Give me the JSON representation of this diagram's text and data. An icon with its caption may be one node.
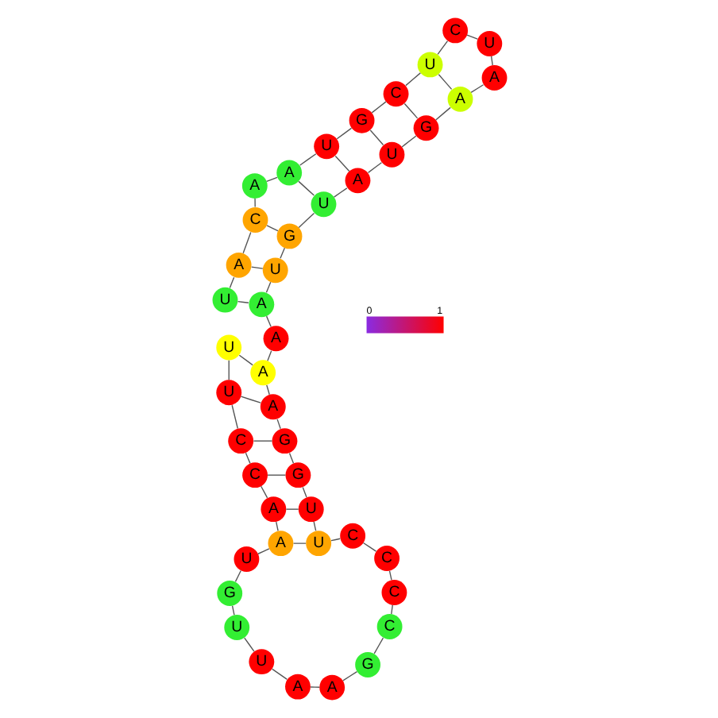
{
  "diagram": {
    "nodes": [
      {
        "text": [
          "U"
        ]
      },
      {
        "text": [
          "U"
        ]
      },
      {
        "text": [
          "C"
        ]
      },
      {
        "text": [
          "C"
        ]
      },
      {
        "text": [
          "A"
        ]
      },
      {
        "text": [
          "A"
        ]
      },
      {
        "text": [
          "U"
        ]
      },
      {
        "text": [
          "G"
        ]
      },
      {
        "text": [
          "U"
        ]
      },
      {
        "text": [
          "U"
        ]
      },
      {
        "text": [
          "A"
        ]
      },
      {
        "text": [
          "A"
        ]
      },
      {
        "text": [
          "G"
        ]
      },
      {
        "text": [
          "C"
        ]
      },
      {
        "text": [
          "C"
        ]
      },
      {
        "text": [
          "C"
        ]
      },
      {
        "text": [
          "C"
        ]
      },
      {
        "text": [
          "U"
        ]
      },
      {
        "text": [
          "U"
        ]
      },
      {
        "text": [
          "G"
        ]
      },
      {
        "text": [
          "G"
        ]
      },
      {
        "text": [
          "A"
        ]
      },
      {
        "text": [
          "A"
        ]
      },
      {
        "text": [
          "A"
        ]
      },
      {
        "text": [
          "A"
        ]
      },
      {
        "text": [
          "U"
        ]
      },
      {
        "text": [
          "G"
        ]
      },
      {
        "text": [
          "U"
        ]
      },
      {
        "text": [
          "A"
        ]
      },
      {
        "text": [
          "U"
        ]
      },
      {
        "text": [
          "G"
        ]
      },
      {
        "text": [
          "A"
        ]
      },
      {
        "text": [
          "A"
        ]
      },
      {
        "text": [
          "U"
        ]
      },
      {
        "text": [
          "C"
        ]
      },
      {
        "text": [
          "U"
        ]
      },
      {
        "text": [
          "C"
        ]
      },
      {
        "text": [
          "G"
        ]
      },
      {
        "text": [
          "U"
        ]
      },
      {
        "text": [
          "A"
        ]
      },
      {
        "text": [
          "A"
        ]
      },
      {
        "text": [
          "C"
        ]
      },
      {
        "text": [
          "A"
        ]
      },
      {
        "text": [
          "U"
        ]
      }
    ],
    "edges": [
      {
        "from": 0,
        "to": 1,
        "arrow": "none"
      },
      {
        "from": 1,
        "to": 2,
        "arrow": "none"
      },
      {
        "from": 2,
        "to": 3,
        "arrow": "none"
      },
      {
        "from": 3,
        "to": 4,
        "arrow": "none"
      },
      {
        "from": 4,
        "to": 5,
        "arrow": "none"
      },
      {
        "from": 5,
        "to": 6,
        "arrow": "none"
      },
      {
        "from": 6,
        "to": 7,
        "arrow": "none"
      },
      {
        "from": 7,
        "to": 8,
        "arrow": "none"
      },
      {
        "from": 8,
        "to": 9,
        "arrow": "none"
      },
      {
        "from": 9,
        "to": 10,
        "arrow": "none"
      },
      {
        "from": 10,
        "to": 11,
        "arrow": "none"
      },
      {
        "from": 11,
        "to": 12,
        "arrow": "none"
      },
      {
        "from": 12,
        "to": 13,
        "arrow": "none"
      },
      {
        "from": 13,
        "to": 14,
        "arrow": "none"
      },
      {
        "from": 14,
        "to": 15,
        "arrow": "none"
      },
      {
        "from": 15,
        "to": 16,
        "arrow": "none"
      },
      {
        "from": 16,
        "to": 17,
        "arrow": "none"
      },
      {
        "from": 17,
        "to": 18,
        "arrow": "none"
      },
      {
        "from": 18,
        "to": 19,
        "arrow": "none"
      },
      {
        "from": 19,
        "to": 20,
        "arrow": "none"
      },
      {
        "from": 20,
        "to": 21,
        "arrow": "none"
      },
      {
        "from": 21,
        "to": 22,
        "arrow": "none"
      },
      {
        "from": 22,
        "to": 23,
        "arrow": "none"
      },
      {
        "from": 23,
        "to": 24,
        "arrow": "none"
      },
      {
        "from": 24,
        "to": 25,
        "arrow": "none"
      },
      {
        "from": 25,
        "to": 26,
        "arrow": "none"
      },
      {
        "from": 26,
        "to": 27,
        "arrow": "none"
      },
      {
        "from": 27,
        "to": 28,
        "arrow": "none"
      },
      {
        "from": 28,
        "to": 29,
        "arrow": "none"
      },
      {
        "from": 29,
        "to": 30,
        "arrow": "none"
      },
      {
        "from": 30,
        "to": 31,
        "arrow": "none"
      },
      {
        "from": 31,
        "to": 32,
        "arrow": "none"
      },
      {
        "from": 32,
        "to": 33,
        "arrow": "none"
      },
      {
        "from": 33,
        "to": 34,
        "arrow": "none"
      },
      {
        "from": 34,
        "to": 35,
        "arrow": "none"
      },
      {
        "from": 35,
        "to": 36,
        "arrow": "none"
      },
      {
        "from": 36,
        "to": 37,
        "arrow": "none"
      },
      {
        "from": 37,
        "to": 38,
        "arrow": "none"
      },
      {
        "from": 38,
        "to": 39,
        "arrow": "none"
      },
      {
        "from": 39,
        "to": 40,
        "arrow": "none"
      },
      {
        "from": 40,
        "to": 41,
        "arrow": "none"
      },
      {
        "from": 41,
        "to": 42,
        "arrow": "none"
      },
      {
        "from": 42,
        "to": 43,
        "arrow": "none"
      },
      {
        "from": 0,
        "to": 22,
        "arrow": "none"
      },
      {
        "from": 1,
        "to": 21,
        "arrow": "none"
      },
      {
        "from": 2,
        "to": 20,
        "arrow": "none"
      },
      {
        "from": 3,
        "to": 19,
        "arrow": "none"
      },
      {
        "from": 4,
        "to": 18,
        "arrow": "none"
      },
      {
        "from": 5,
        "to": 17,
        "arrow": "none"
      },
      {
        "from": 43,
        "to": 24,
        "arrow": "none"
      },
      {
        "from": 42,
        "to": 25,
        "arrow": "none"
      },
      {
        "from": 41,
        "to": 26,
        "arrow": "none"
      },
      {
        "from": 39,
        "to": 27,
        "arrow": "none"
      },
      {
        "from": 38,
        "to": 28,
        "arrow": "none"
      },
      {
        "from": 37,
        "to": 29,
        "arrow": "none"
      },
      {
        "from": 36,
        "to": 30,
        "arrow": "none"
      },
      {
        "from": 35,
        "to": 31,
        "arrow": "none"
      }
    ],
    "labels": [
      "0",
      "1"
    ]
  }
}
